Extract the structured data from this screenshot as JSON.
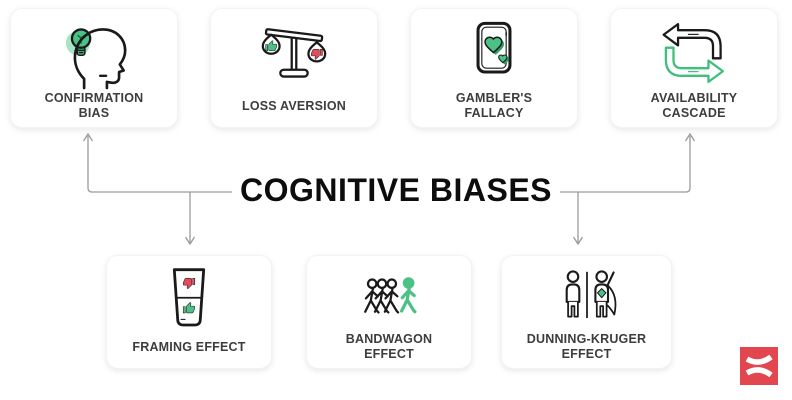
{
  "title": {
    "text": "COGNITIVE BIASES"
  },
  "cards": {
    "top": [
      {
        "label": "CONFIRMATION BIAS",
        "icon": "head-lightbulb-icon"
      },
      {
        "label": "LOSS AVERSION",
        "icon": "balance-scale-icon"
      },
      {
        "label": "GAMBLER'S FALLACY",
        "icon": "playing-card-hearts-icon"
      },
      {
        "label": "AVAILABILITY CASCADE",
        "icon": "cycle-arrows-icon"
      }
    ],
    "bottom": [
      {
        "label": "FRAMING EFFECT",
        "icon": "glass-half-thumbs-icon"
      },
      {
        "label": "BANDWAGON EFFECT",
        "icon": "walking-crowd-icon"
      },
      {
        "label": "DUNNING-KRUGER EFFECT",
        "icon": "person-vs-superhero-icon"
      }
    ]
  },
  "colors": {
    "green": "#4CC185",
    "green_dark": "#2E9E66",
    "green_glow": "#A9E3C6",
    "red": "#E8495B",
    "outline": "#1a1a1a",
    "connector_line": "#9a9a9a",
    "label_text": "#3d3d3d",
    "title_text": "#0d0d0d",
    "logo_red": "#E2464F"
  },
  "logo": {
    "name": "xm-logo"
  }
}
